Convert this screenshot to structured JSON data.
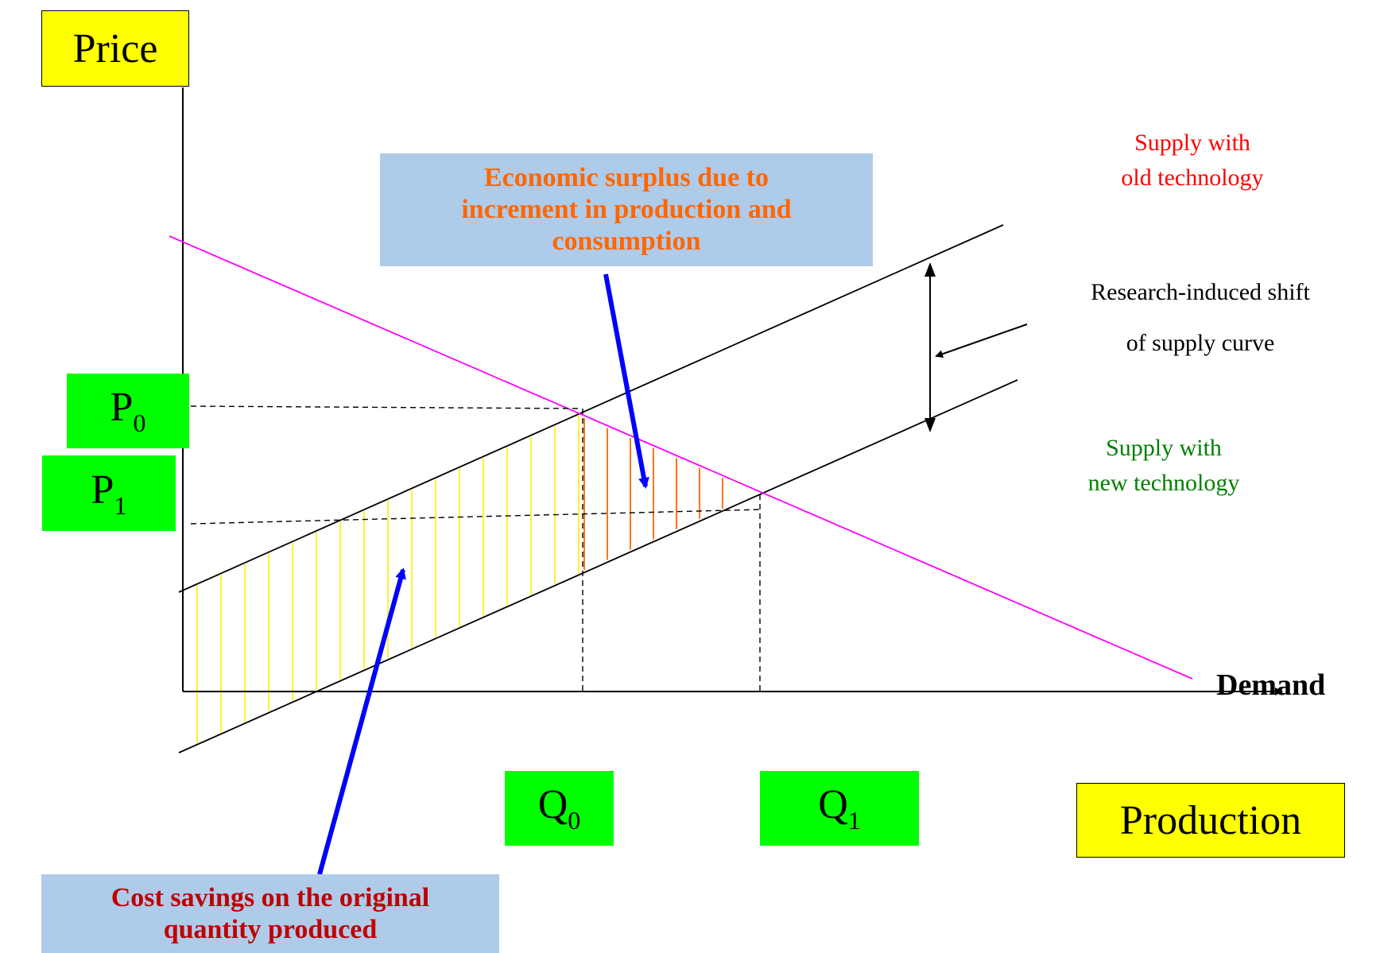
{
  "axes": {
    "y_label": "Price",
    "x_label": "Production"
  },
  "labels": {
    "p0_main": "P",
    "p0_sub": "0",
    "p1_main": "P",
    "p1_sub": "1",
    "q0_main": "Q",
    "q0_sub": "0",
    "q1_main": "Q",
    "q1_sub": "1",
    "supply_old_line1": "Supply with",
    "supply_old_line2": "old technology",
    "supply_new_line1": "Supply with",
    "supply_new_line2": "new technology",
    "shift_line1": "Research-induced shift",
    "shift_line2": "of supply curve",
    "demand": "Demand"
  },
  "callouts": {
    "surplus_line1": "Economic surplus due to",
    "surplus_line2": "increment in production and",
    "surplus_line3": "consumption",
    "savings_line1": "Cost savings on the original",
    "savings_line2": "quantity produced"
  },
  "colors": {
    "supply_old_text": "#ff0000",
    "supply_new_text": "#008000",
    "demand_line": "#ff00ff",
    "surplus_text": "#ff6600",
    "savings_text": "#c00000",
    "callout_bg": "#aecbea",
    "label_green": "#00ff00",
    "label_yellow": "#ffff00",
    "cost_hatch": "#ffee00",
    "surplus_hatch": "#ff6600",
    "arrow_blue": "#0000ff"
  }
}
